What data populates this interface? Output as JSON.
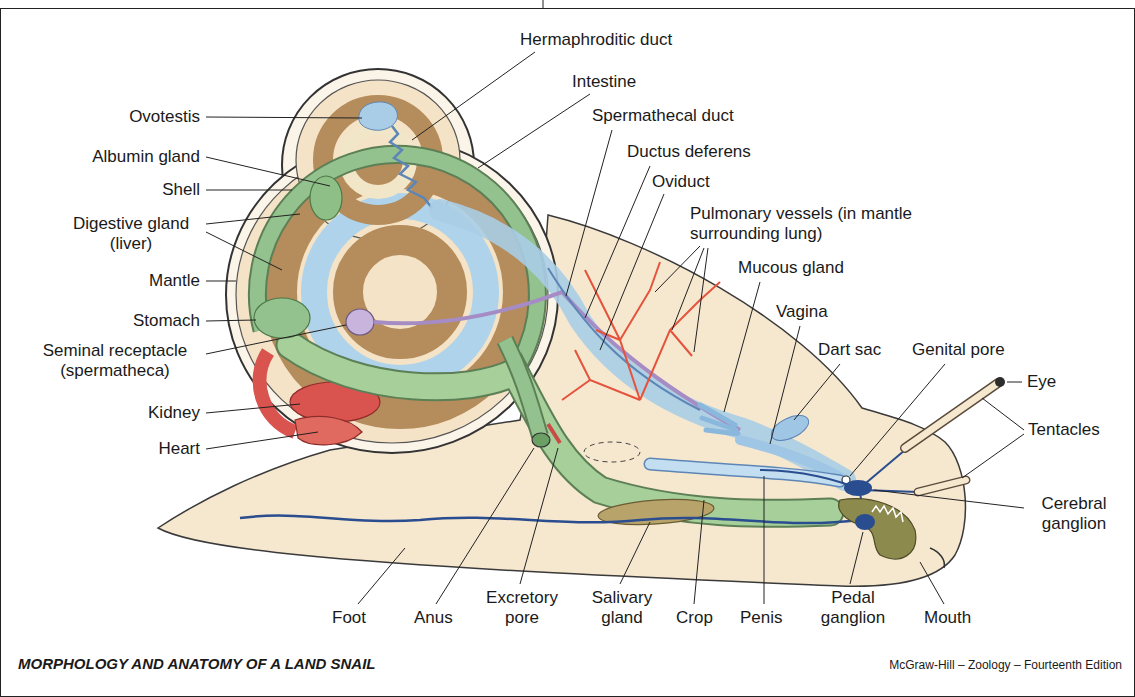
{
  "diagram": {
    "caption": "MORPHOLOGY AND ANATOMY OF A LAND SNAIL",
    "labels": [
      "Hermaphroditic duct",
      "Intestine",
      "Ovotestis",
      "Spermathecal duct",
      "Albumin gland",
      "Ductus deferens",
      "Shell",
      "Oviduct",
      "Digestive gland (liver)",
      "Pulmonary vessels (in mantle surrounding lung)",
      "Mantle",
      "Mucous gland",
      "Stomach",
      "Vagina",
      "Seminal receptacle (spermatheca)",
      "Dart sac",
      "Genital pore",
      "Eye",
      "Kidney",
      "Tentacles",
      "Heart",
      "Cerebral ganglion",
      "Foot",
      "Anus",
      "Excretory pore",
      "Salivary gland",
      "Crop",
      "Penis",
      "Pedal ganglion",
      "Mouth",
      "McGraw-Hill – Zoology – Fourteenth Edition"
    ]
  }
}
